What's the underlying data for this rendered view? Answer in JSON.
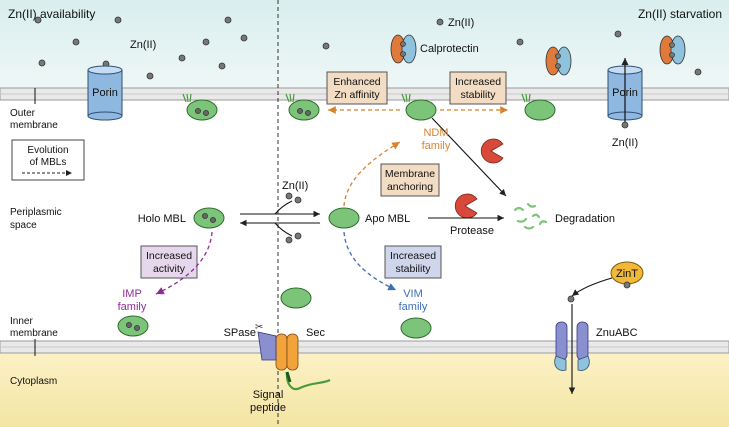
{
  "labels": {
    "zn_availability": "Zn(II) availability",
    "zn_starvation": "Zn(II) starvation",
    "zn_left": "Zn(II)",
    "zn_top": "Zn(II)",
    "zn_mid": "Zn(II)",
    "zn_porin_right": "Zn(II)",
    "calprotectin": "Calprotectin",
    "porin_left": "Porin",
    "porin_right": "Porin",
    "outer_membrane_1": "Outer",
    "outer_membrane_2": "membrane",
    "inner_membrane_1": "Inner",
    "inner_membrane_2": "membrane",
    "periplasmic_1": "Periplasmic",
    "periplasmic_2": "space",
    "cytoplasm": "Cytoplasm",
    "holo_mbl": "Holo MBL",
    "apo_mbl": "Apo MBL",
    "protease": "Protease",
    "degradation": "Degradation",
    "ndm_1": "NDM",
    "ndm_2": "family",
    "imp_1": "IMP",
    "imp_2": "family",
    "vim_1": "VIM",
    "vim_2": "family",
    "spase": "SPase",
    "sec": "Sec",
    "signal_1": "Signal",
    "signal_2": "peptide",
    "znt": "ZinT",
    "znuabc": "ZnuABC"
  },
  "boxes": {
    "enhanced_1": "Enhanced",
    "enhanced_2": "Zn affinity",
    "increased_stab_top_1": "Increased",
    "increased_stab_top_2": "stability",
    "membrane_anchor_1": "Membrane",
    "membrane_anchor_2": "anchoring",
    "increased_activity_1": "Increased",
    "increased_activity_2": "activity",
    "increased_stab_low_1": "Increased",
    "increased_stab_low_2": "stability"
  },
  "legend": {
    "line1": "Evolution",
    "line2": "of MBLs"
  },
  "colors": {
    "outer_region": "#e4f2f2",
    "cytoplasm": "#faf0c2",
    "mbl_green": "#7cc47a",
    "ndm_orange": "#d9822b",
    "imp_purple": "#8e2c96",
    "vim_blue": "#3d6fb5",
    "box_tan": "#f3dcc4",
    "box_purple": "#e7d7ec",
    "box_blue": "#cfd6ec",
    "protease_red": "#d9493a",
    "porin_blue": "#8fb8e0"
  }
}
